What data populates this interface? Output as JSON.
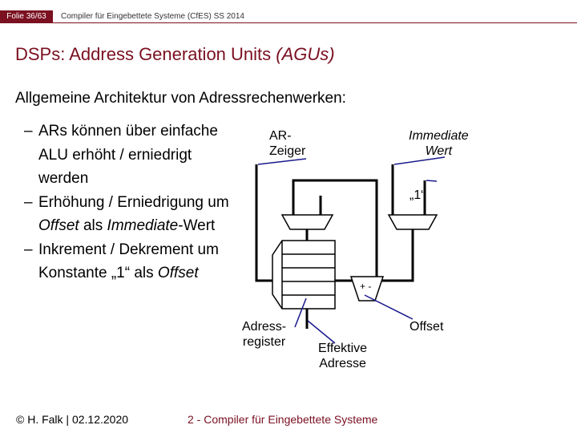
{
  "header": {
    "slide_number": "Folie 36/63",
    "course_title": "Compiler für Eingebettete Systeme (CfES) SS 2014"
  },
  "title_main": "DSPs: Address Generation Units ",
  "title_emph": "(AGUs)",
  "subtitle": "Allgemeine Architektur von Adressrechenwerken:",
  "bullets": {
    "dash": "–",
    "b1": "ARs können über einfache ALU erhöht / erniedrigt werden",
    "b2_pre": "Erhöhung / Erniedrigung um ",
    "b2_em1": "Offset",
    "b2_mid": " als ",
    "b2_em2": "Immediate",
    "b2_post": "-Wert",
    "b3_pre": "Inkrement / Dekrement um Konstante „1“ als ",
    "b3_em": "Offset"
  },
  "diagram": {
    "ar_zeiger_1": "AR-",
    "ar_zeiger_2": "Zeiger",
    "immediate_1": "Immediate",
    "immediate_2": "Wert",
    "one_const": "„1“",
    "plus_minus": "+ -",
    "adressregister_1": "Adress-",
    "adressregister_2": "register",
    "offset": "Offset",
    "effektive_1": "Effektive",
    "effektive_2": "Adresse"
  },
  "footer": {
    "author_date": "© H. Falk | 02.12.2020",
    "chapter": "2 - Compiler für Eingebettete Systeme"
  },
  "colors": {
    "accent": "#7a1020",
    "label_line": "#1a1a8c"
  }
}
